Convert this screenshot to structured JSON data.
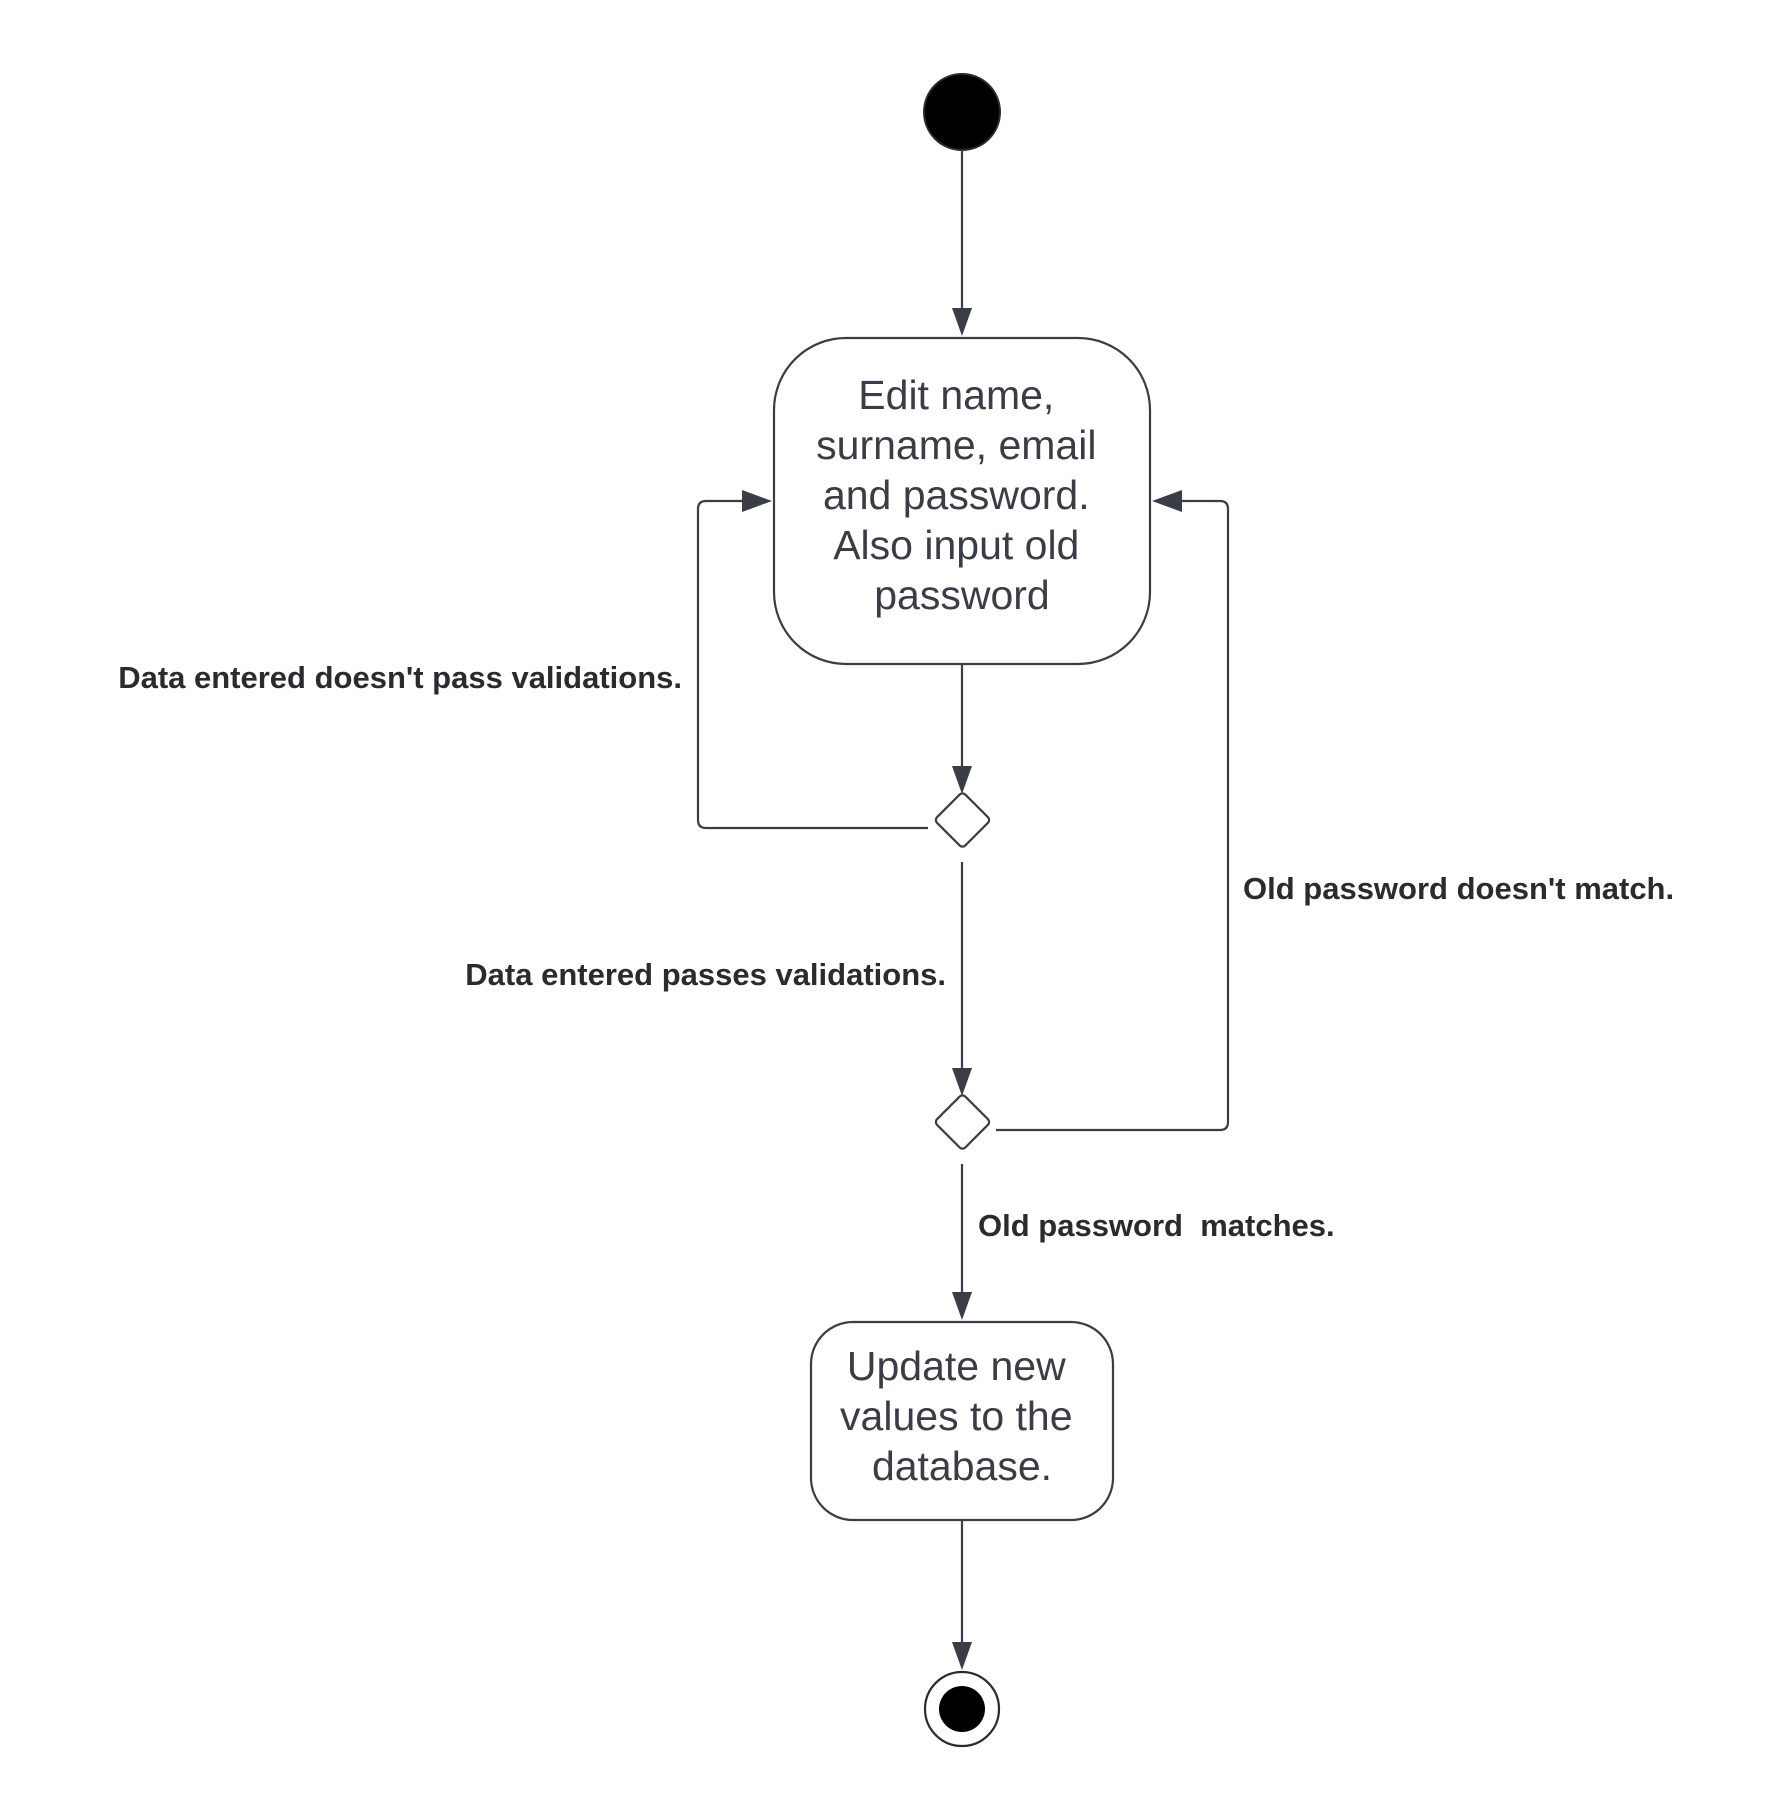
{
  "nodes": {
    "edit_activity": {
      "lines": [
        "Edit name,",
        "surname, email",
        "and password.",
        "Also input old",
        "password"
      ]
    },
    "update_activity": {
      "lines": [
        "Update new",
        "values to the",
        "database."
      ]
    }
  },
  "edges": {
    "validation_fail": "Data entered doesn't pass validations.",
    "validation_pass": "Data entered passes validations.",
    "password_mismatch": "Old password doesn't match.",
    "password_match": "Old password  matches."
  },
  "colors": {
    "stroke": "#3a3d46",
    "text": "#3a3d46",
    "label": "#2b2b2f",
    "background": "#ffffff"
  }
}
